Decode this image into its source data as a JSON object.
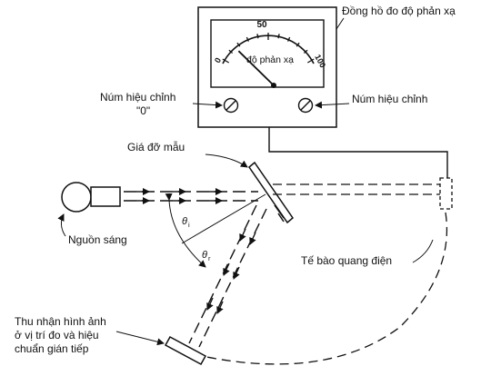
{
  "meter": {
    "title": "Đồng hồ đo độ phản xạ",
    "scale_label": "độ phản xạ",
    "tick_min": "0",
    "tick_mid": "50",
    "tick_max": "100",
    "reading_percent": 12
  },
  "labels": {
    "zero_knob": "Núm hiệu chỉnh",
    "zero_knob_value": "\"0\"",
    "adjust_knob": "Núm hiệu chỉnh",
    "sample_holder": "Giá đỡ mẫu",
    "light_source": "Nguồn sáng",
    "photocell": "Tế bào quang điện",
    "receiver_line1": "Thu nhận hình ảnh",
    "receiver_line2": "ở vị trí đo và hiệu",
    "receiver_line3": "chuẩn gián tiếp",
    "theta_i": "θ",
    "theta_i_sub": "i",
    "theta_r": "θ",
    "theta_r_sub": "r"
  },
  "colors": {
    "stroke": "#111111",
    "background": "#ffffff"
  }
}
